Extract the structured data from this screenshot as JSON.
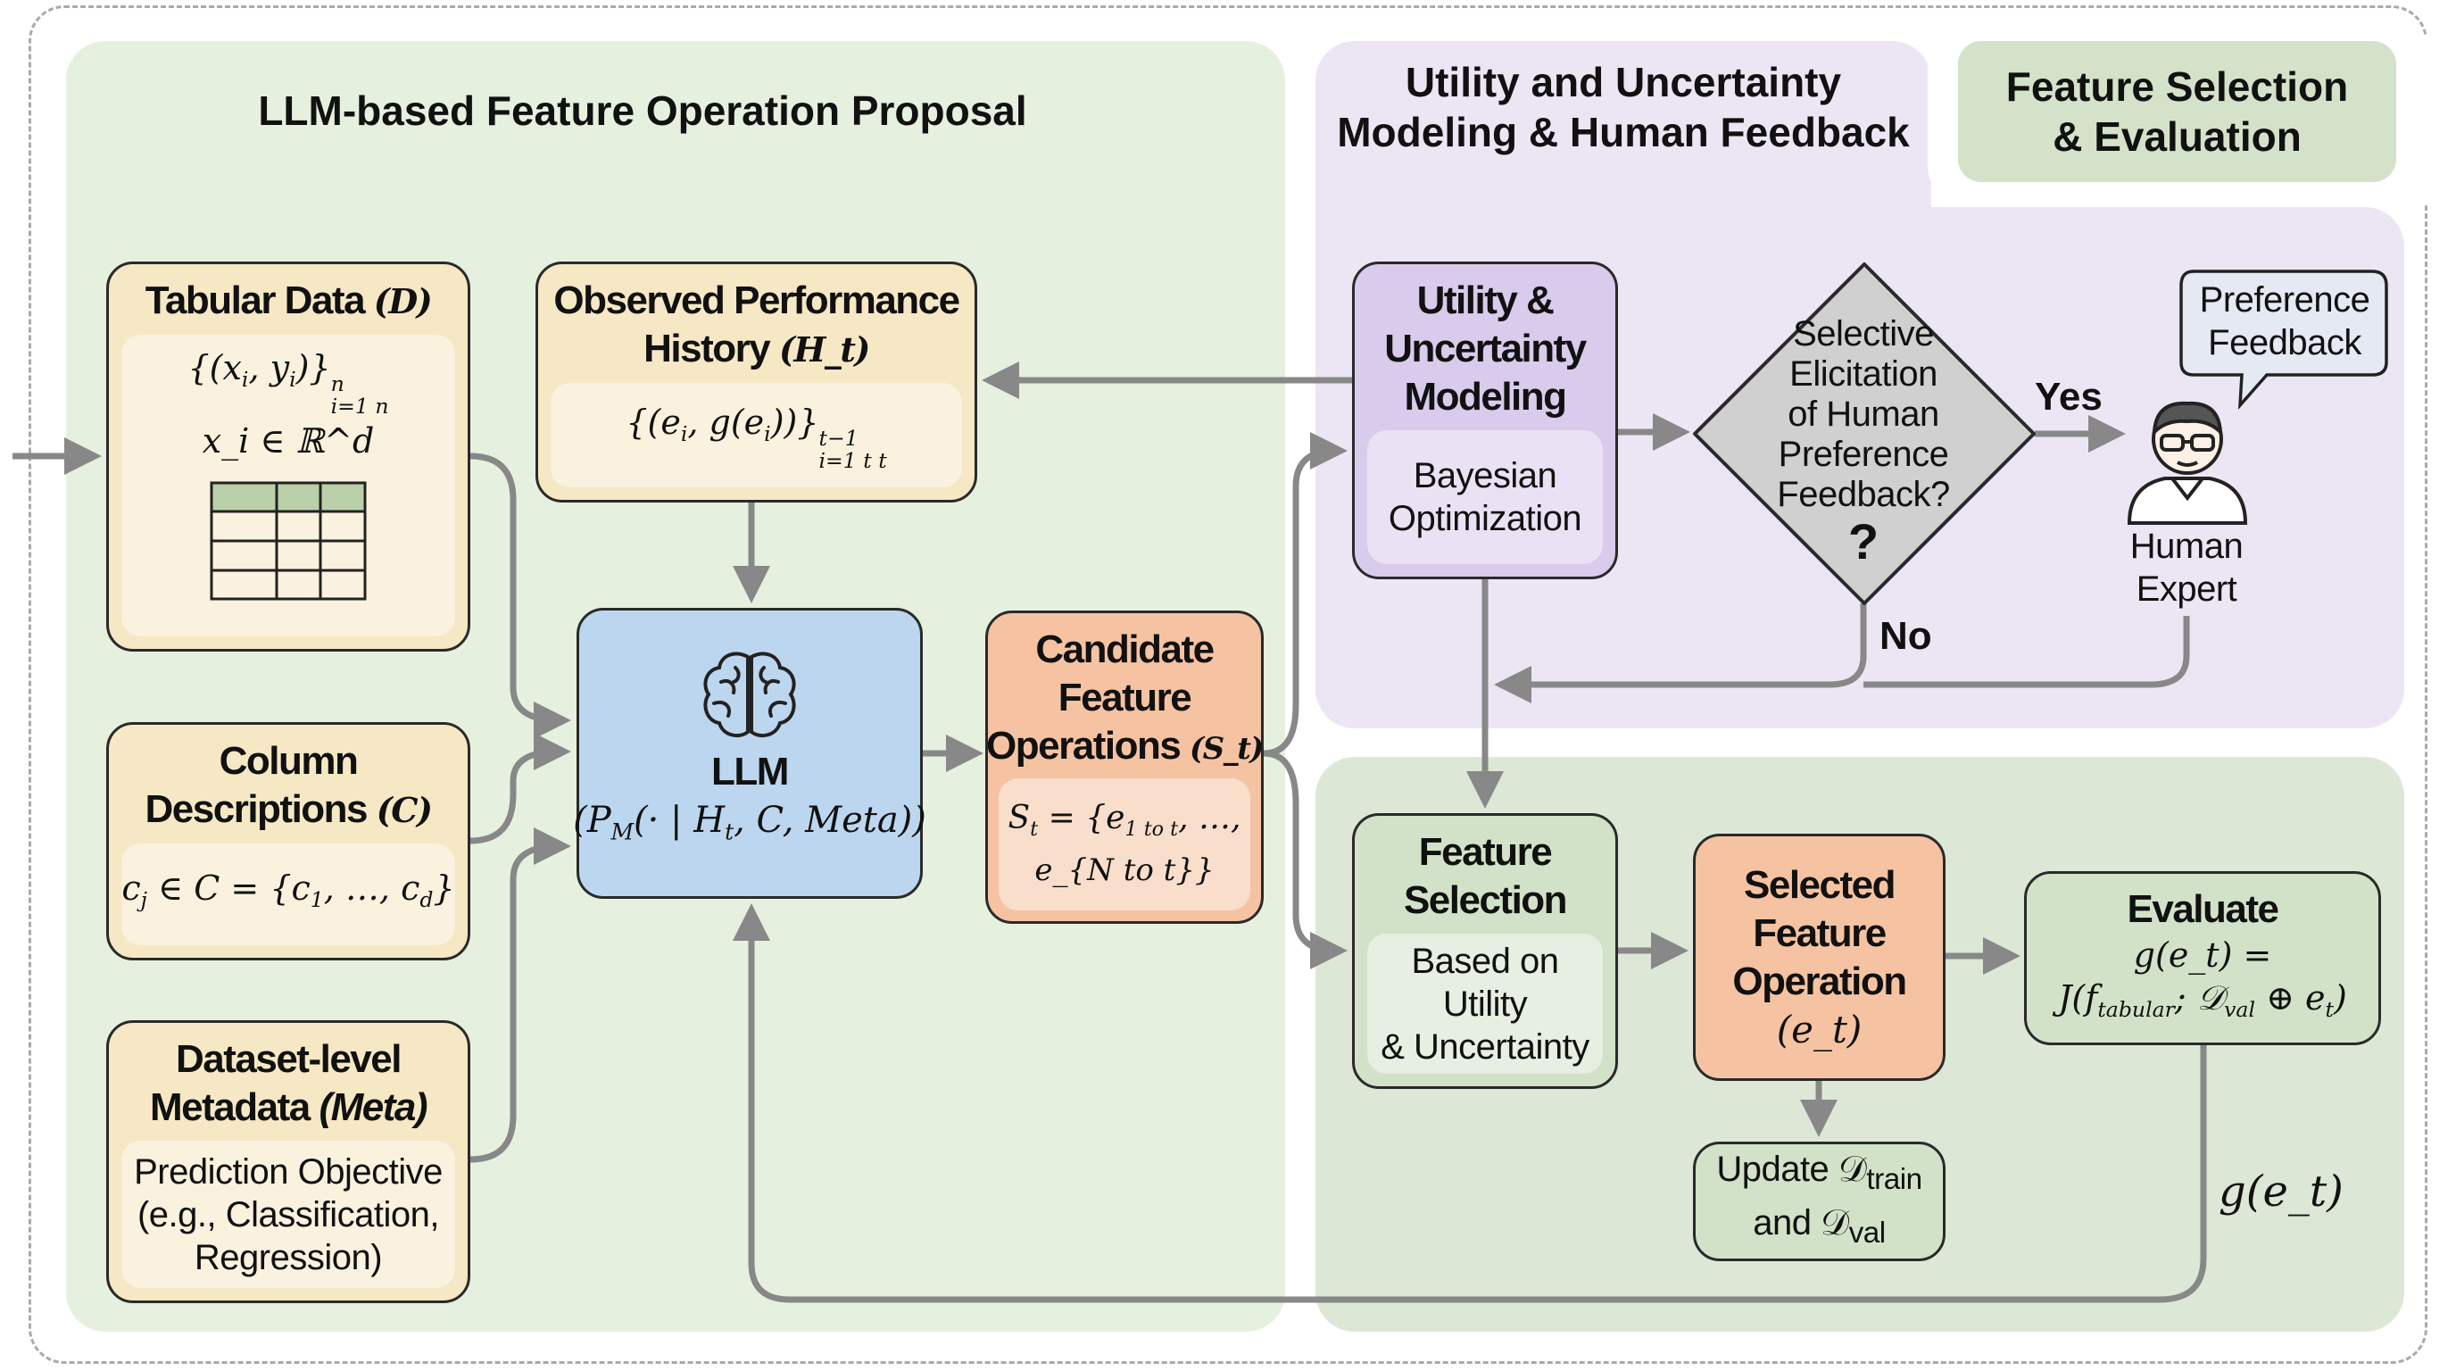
{
  "panels": {
    "proposal_title": "LLM-based Feature Operation Proposal",
    "utility_title_line1": "Utility and Uncertainty",
    "utility_title_line2": "Modeling & Human Feedback",
    "selection_title_line1": "Feature Selection",
    "selection_title_line2": "& Evaluation"
  },
  "tabular": {
    "title": "Tabular Data",
    "title_math": "(D)",
    "formula1": "{(x_i, y_i)}^n_{i=1 n}",
    "formula2": "x_i ∈ ℝ^d",
    "icon": "table-icon"
  },
  "history": {
    "title_line1": "Observed Performance",
    "title_line2": "History",
    "title_math": "(H_t)",
    "formula": "{(e_i, g(e_i))}^{t−1}_{i=1 t t}"
  },
  "columns": {
    "title_line1": "Column",
    "title_line2": "Descriptions",
    "title_math": "(C)",
    "formula": "c_j ∈ C = {c_1, …, c_d}"
  },
  "metadata": {
    "title_line1": "Dataset-level",
    "title_line2": "Metadata",
    "title_math": "(Meta)",
    "body": [
      "Prediction Objective",
      "(e.g., Classification,",
      "Regression)"
    ]
  },
  "llm": {
    "title": "LLM",
    "formula": "(P_M(· | H_t, C, Meta))",
    "icon": "brain-icon"
  },
  "candidate": {
    "title_line1": "Candidate",
    "title_line2": "Feature",
    "title_line3": "Operations",
    "title_math": "(S_t)",
    "formula1": "S_t = {e_{1 to t}, …,",
    "formula2": "e_{N to t}}"
  },
  "utility": {
    "title_line1": "Utility &",
    "title_line2": "Uncertainty",
    "title_line3": "Modeling",
    "body_line1": "Bayesian",
    "body_line2": "Optimization"
  },
  "decision": {
    "lines": [
      "Selective",
      "Elicitation",
      "of Human",
      "Preference",
      "Feedback?"
    ],
    "mark": "?",
    "yes": "Yes",
    "no": "No"
  },
  "human": {
    "bubble_line1": "Preference",
    "bubble_line2": "Feedback",
    "label_line1": "Human",
    "label_line2": "Expert",
    "icon": "person-icon"
  },
  "feature_selection": {
    "title_line1": "Feature",
    "title_line2": "Selection",
    "body_line1": "Based on Utility",
    "body_line2": "& Uncertainty"
  },
  "selected": {
    "title_line1": "Selected",
    "title_line2": "Feature",
    "title_line3": "Operation",
    "title_math": "(e_t)"
  },
  "evaluate": {
    "title": "Evaluate",
    "formula1": "g(e_t) =",
    "formula2": "J(f_{tabular}; 𝒟_{val} ⊕ e_t)"
  },
  "update": {
    "line1": "Update 𝒟_{train}",
    "line2": "and 𝒟_{val}"
  },
  "feedback_label": "g(e_t)",
  "colors": {
    "green_panel": "#e6f0df",
    "purple_panel": "#ece6f4",
    "tan": "#f6e8c4",
    "blue": "#bcd6ef",
    "orange": "#f5c3a2",
    "lavender": "#d9cbeb",
    "sage": "#d2e2c8",
    "arrow": "#888888"
  }
}
